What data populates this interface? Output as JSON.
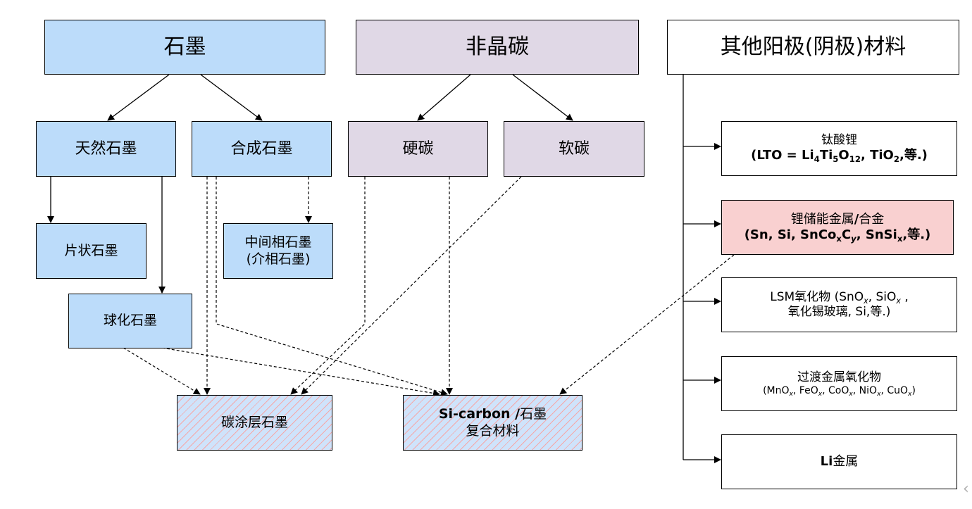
{
  "graphite": "石墨",
  "amorphous_carbon": "非晶碳",
  "other_materials": "其他阳极(阴极)材料",
  "natural_graphite": "天然石墨",
  "synthetic_graphite": "合成石墨",
  "hard_carbon": "硬碳",
  "soft_carbon": "软碳",
  "flake_graphite": "片状石墨",
  "mesophase": {
    "line1": "中间相石墨",
    "line2": "(介相石墨)"
  },
  "spherical_graphite": "球化石墨",
  "carbon_coated_graphite": "碳涂层石墨",
  "si_carbon": {
    "bold": "Si-carbon /",
    "rest": "石墨",
    "line2": "复合材料"
  },
  "lto": {
    "line1": "钛酸锂",
    "f_open": "(LTO = Li",
    "n4": "4",
    "ti": "Ti",
    "n5": "5",
    "o": "O",
    "n12": "12",
    "tio": ", TiO",
    "n2": "2",
    "etc": ",等.)"
  },
  "alloy": {
    "line1a": "锂储能金属",
    "slash": "/",
    "line1b": "合金",
    "p1": "(Sn, Si, SnCo",
    "x1": "x",
    "c": "C",
    "y": "y",
    "p2": ", SnSi",
    "x2": "x",
    "etc": ",等.)"
  },
  "lsm": {
    "a": "LSM氧化物 (SnO",
    "x1": "x",
    "b": ", SiO",
    "x2": "x",
    "c": " ,",
    "line2": "氧化锡玻璃, Si,等.)"
  },
  "transition": {
    "line1": "过渡金属氧化物",
    "mn": "(MnO",
    "fe": ", FeO",
    "co": ", CoO",
    "ni": ", NiO",
    "cu": ", CuO",
    "x": "x",
    "close": ")"
  },
  "li_metal": {
    "bold": "Li",
    "rest": "金属"
  },
  "colors": {
    "graphite_fill": "#bcdcfa",
    "amorphous_fill": "#e0d8e6",
    "alloy_fill": "#f9d0d0",
    "hatch_line": "#f4a8a8"
  },
  "icons": {
    "corner": "chevron-left-icon"
  }
}
